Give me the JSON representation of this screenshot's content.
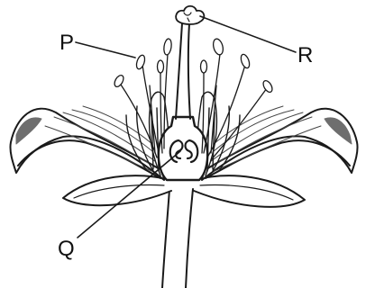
{
  "diagram": {
    "labels": {
      "p": "P",
      "q": "Q",
      "r": "R"
    },
    "colors": {
      "ink": "#1a1a1a",
      "shade": "#6e6e6e",
      "background": "#ffffff"
    }
  }
}
